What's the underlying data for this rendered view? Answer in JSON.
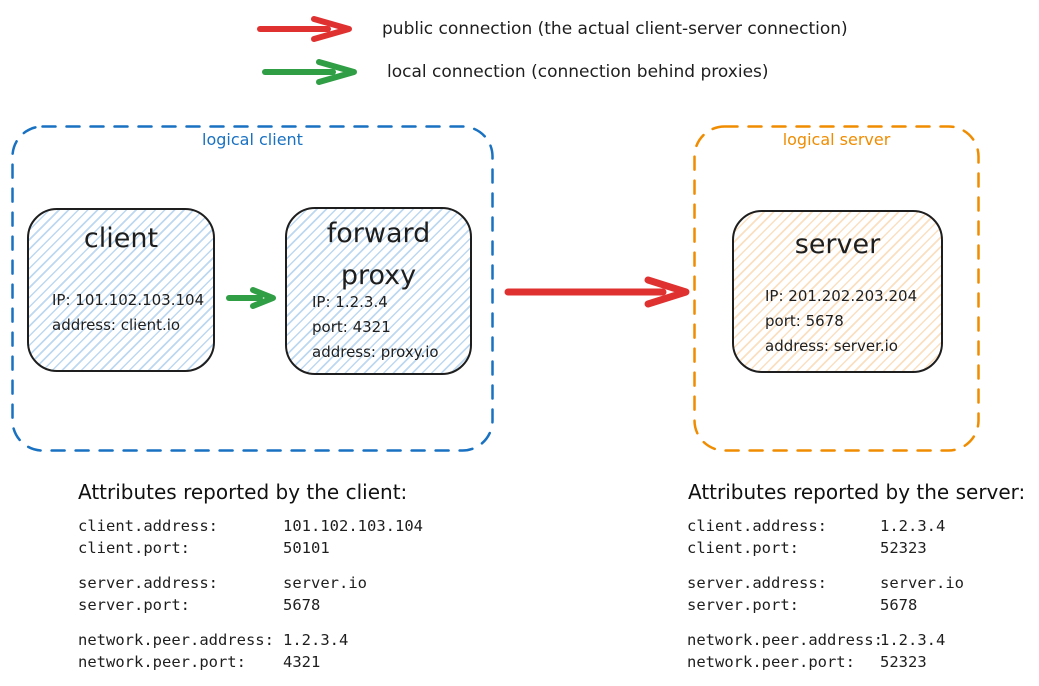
{
  "legend": {
    "public": {
      "label": "public connection (the actual client-server connection)"
    },
    "local": {
      "label": "local connection (connection behind proxies)"
    }
  },
  "logical_client": {
    "label": "logical client",
    "client_box": {
      "title": "client",
      "lines": [
        "IP: 101.102.103.104",
        "address: client.io"
      ]
    },
    "proxy_box": {
      "title": "forward\nproxy",
      "lines": [
        "IP: 1.2.3.4",
        "port: 4321",
        "address: proxy.io"
      ]
    }
  },
  "logical_server": {
    "label": "logical server",
    "server_box": {
      "title": "server",
      "lines": [
        "IP: 201.202.203.204",
        "port: 5678",
        "address: server.io"
      ]
    }
  },
  "attributes_client": {
    "heading": "Attributes reported by the client:",
    "groups": [
      {
        "rows": [
          {
            "key": "client.address:",
            "value": "101.102.103.104"
          },
          {
            "key": "client.port:",
            "value": "50101"
          }
        ]
      },
      {
        "rows": [
          {
            "key": "server.address:",
            "value": "server.io"
          },
          {
            "key": "server.port:",
            "value": "5678"
          }
        ]
      },
      {
        "rows": [
          {
            "key": "network.peer.address:",
            "value": "1.2.3.4"
          },
          {
            "key": "network.peer.port:",
            "value": "4321"
          }
        ]
      }
    ]
  },
  "attributes_server": {
    "heading": "Attributes reported by the server:",
    "groups": [
      {
        "rows": [
          {
            "key": "client.address:",
            "value": "1.2.3.4"
          },
          {
            "key": "client.port:",
            "value": "52323"
          }
        ]
      },
      {
        "rows": [
          {
            "key": "server.address:",
            "value": "server.io"
          },
          {
            "key": "server.port:",
            "value": "5678"
          }
        ]
      },
      {
        "rows": [
          {
            "key": "network.peer.address:",
            "value": "1.2.3.4"
          },
          {
            "key": "network.peer.port:",
            "value": "52323"
          }
        ]
      }
    ]
  },
  "colors": {
    "red": "#e03131",
    "green": "#2f9e44",
    "blue": "#1971c2",
    "orange": "#f08c00",
    "ink": "#1e1e1e"
  }
}
